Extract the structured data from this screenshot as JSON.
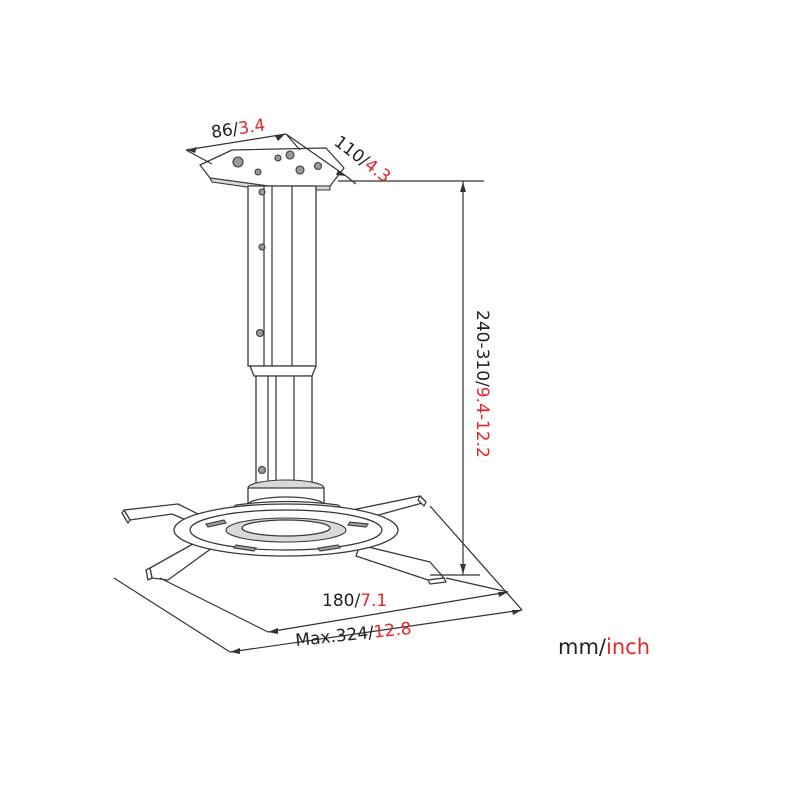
{
  "colors": {
    "metric": "#222222",
    "imperial": "#e3262a",
    "line": "#333333"
  },
  "dimensions": {
    "plate_width": {
      "metric": "86",
      "sep": "/",
      "imperial": "3.4"
    },
    "plate_depth": {
      "metric": "110",
      "sep": "/",
      "imperial": "4.3"
    },
    "height": {
      "metric": "240-310",
      "sep": "/",
      "imperial": "9.4-12.2"
    },
    "inner_span": {
      "metric": "180",
      "sep": "/",
      "imperial": "7.1"
    },
    "max_span": {
      "metric": "Max.324",
      "sep": "/",
      "imperial": "12.8"
    }
  },
  "legend": {
    "metric": "mm",
    "sep": "/",
    "imperial": "inch"
  }
}
